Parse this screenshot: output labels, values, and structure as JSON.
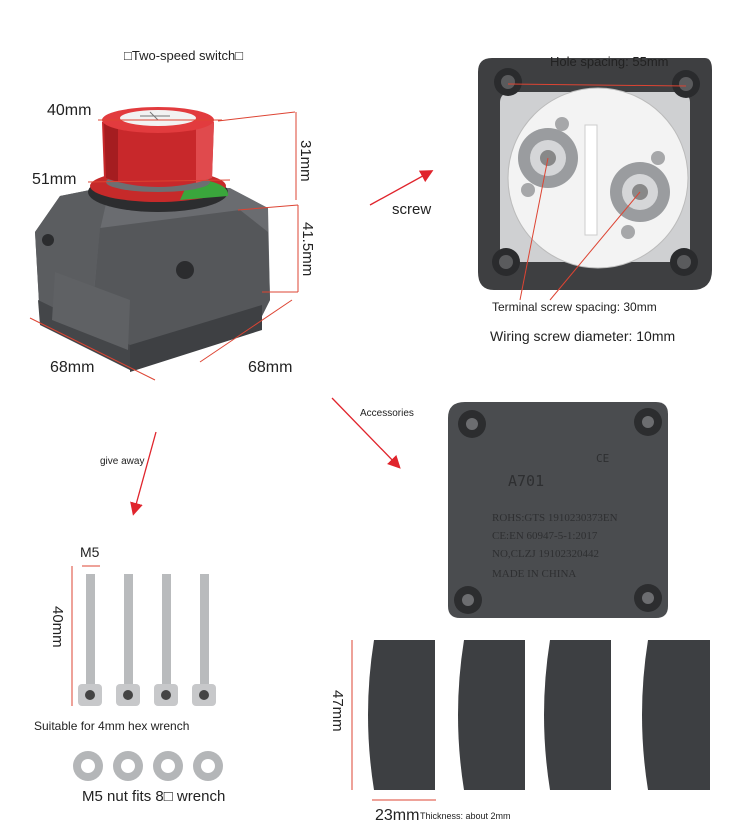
{
  "labels": {
    "title": "□Two-speed switch□",
    "dim_40": "40mm",
    "dim_51": "51mm",
    "dim_31": "31mm",
    "dim_41_5": "41.5mm",
    "dim_68a": "68mm",
    "dim_68b": "68mm",
    "screw": "screw",
    "hole_spacing": "Hole spacing: 55mm",
    "terminal_spacing": "Terminal screw spacing: 30mm",
    "wiring_diameter": "Wiring screw diameter: 10mm",
    "accessories": "Accessories",
    "give_away": "give away",
    "m5": "M5",
    "dim_40b": "40mm",
    "hex_wrench": "Suitable for 4mm hex wrench",
    "nut_fits": "M5 nut fits 8□ wrench",
    "dim_47": "47mm",
    "dim_23": "23mm",
    "thickness": "Thickness: about 2mm"
  },
  "cover_text": {
    "model": "A701",
    "ce_mark": "CE",
    "line1": "ROHS:GTS  1910230373EN",
    "line2": "CE:EN 60947-5-1:2017",
    "line3": "NO,CLZJ  19102320442",
    "line4": "MADE IN CHINA"
  },
  "colors": {
    "arrow": "#e0242c",
    "red_knob": "#d6262a",
    "switch_body": "#5b5d60",
    "cover": "#4a4c4f",
    "pad": "#3d3f42",
    "green": "#3aa63c"
  }
}
